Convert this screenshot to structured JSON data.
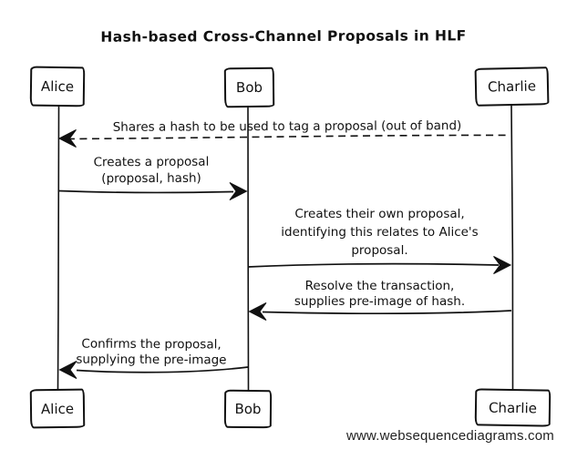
{
  "title": "Hash-based Cross-Channel Proposals in HLF",
  "watermark": "www.websequencediagrams.com",
  "actors": [
    {
      "name": "Alice"
    },
    {
      "name": "Bob"
    },
    {
      "name": "Charlie"
    }
  ],
  "messages": [
    {
      "from": "Charlie",
      "to": "Alice",
      "line_style": "dashed",
      "lines": [
        "Shares a hash to be used to tag a proposal (out of band)"
      ]
    },
    {
      "from": "Alice",
      "to": "Bob",
      "line_style": "solid",
      "lines": [
        "Creates a proposal",
        "(proposal, hash)"
      ]
    },
    {
      "from": "Bob",
      "to": "Charlie",
      "line_style": "solid",
      "lines": [
        "Creates their own proposal,",
        "identifying this relates to Alice's",
        "proposal."
      ]
    },
    {
      "from": "Charlie",
      "to": "Bob",
      "line_style": "solid",
      "lines": [
        "Resolve the transaction,",
        "supplies pre-image of hash."
      ]
    },
    {
      "from": "Bob",
      "to": "Alice",
      "line_style": "solid",
      "lines": [
        "Confirms the proposal,",
        "supplying the pre-image"
      ]
    }
  ],
  "colors": {
    "ink": "#111111",
    "background": "#ffffff"
  }
}
